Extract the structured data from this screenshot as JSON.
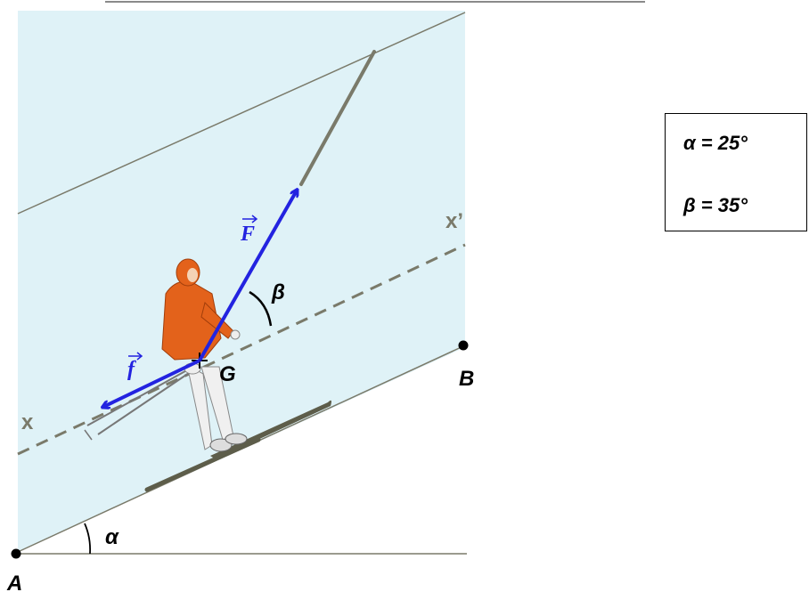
{
  "labels": {
    "point_a": "A",
    "point_b": "B",
    "center_of_mass": "G",
    "axis_start": "x",
    "axis_end": "x’",
    "force_main": "F",
    "force_friction": "f",
    "angle_alpha": "α",
    "angle_beta": "β"
  },
  "values_box": {
    "alpha_line": "α = 25°",
    "beta_line": "β = 35°"
  },
  "colors": {
    "slope_fill": "#dff2f7",
    "force_arrows": "#2323e0",
    "axis_dashed": "#7a7a6a",
    "cable": "#7a7a6a",
    "jacket": "#e3621b"
  }
}
